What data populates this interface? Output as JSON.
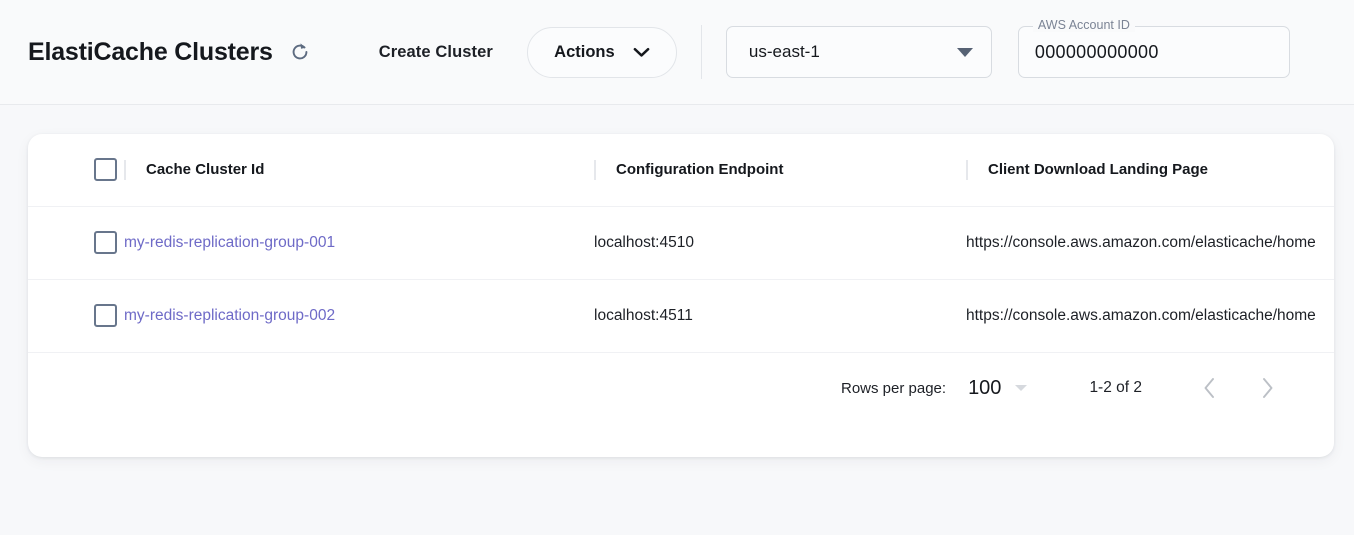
{
  "header": {
    "title": "ElastiCache Clusters",
    "refresh_icon": "refresh-icon",
    "create_cluster_label": "Create Cluster",
    "actions_label": "Actions",
    "actions_caret_icon": "chevron-down-icon",
    "region": {
      "value": "us-east-1",
      "caret_icon": "caret-down-icon"
    },
    "account": {
      "label": "AWS Account ID",
      "value": "000000000000"
    }
  },
  "table": {
    "columns": [
      {
        "key": "select",
        "label": ""
      },
      {
        "key": "cluster_id",
        "label": "Cache Cluster Id"
      },
      {
        "key": "endpoint",
        "label": "Configuration Endpoint"
      },
      {
        "key": "landing_page",
        "label": "Client Download Landing Page"
      }
    ],
    "rows": [
      {
        "cluster_id": "my-redis-replication-group-001",
        "endpoint": "localhost:4510",
        "landing_page": "https://console.aws.amazon.com/elasticache/home"
      },
      {
        "cluster_id": "my-redis-replication-group-002",
        "endpoint": "localhost:4511",
        "landing_page": "https://console.aws.amazon.com/elasticache/home"
      }
    ]
  },
  "pagination": {
    "rows_per_page_label": "Rows per page:",
    "rows_per_page_value": "100",
    "range_text": "1-2 of 2",
    "prev_icon": "chevron-left-icon",
    "next_icon": "chevron-right-icon"
  },
  "colors": {
    "link": "#6e6ac7",
    "page_bg": "#f7f8fa",
    "card_bg": "#ffffff",
    "checkbox_border": "#68768c"
  }
}
